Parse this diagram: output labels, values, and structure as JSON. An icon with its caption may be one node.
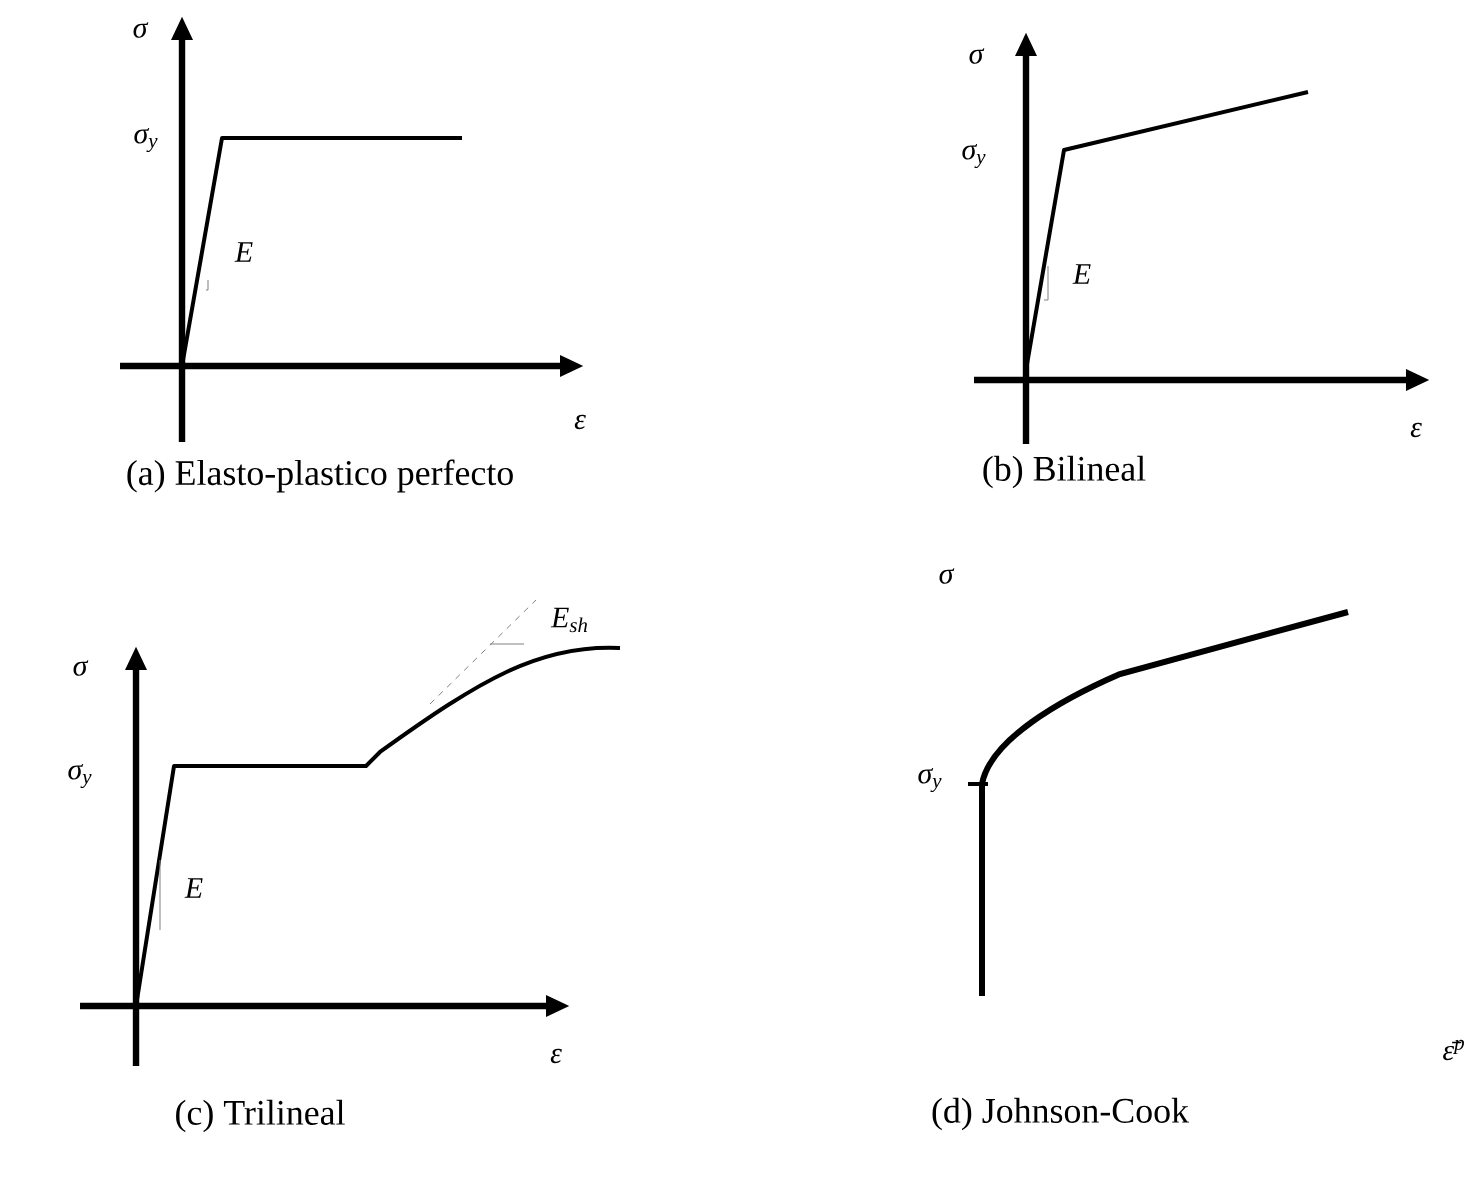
{
  "diagram": {
    "labels": [
      "σ",
      "σ$_{y}$",
      "E",
      "ε",
      "(a) Elasto-plastico perfecto",
      "σ",
      "σ$_{y}$",
      "E",
      "ε",
      "(b) Bilineal",
      "E$_{sh}$",
      "σ",
      "σ$_{y}$",
      "E",
      "ε",
      "(c) Trilineal",
      "σ",
      "σ$_{y}$",
      "ε̄$^{p}$",
      "(d) Johnson-Cook"
    ]
  }
}
